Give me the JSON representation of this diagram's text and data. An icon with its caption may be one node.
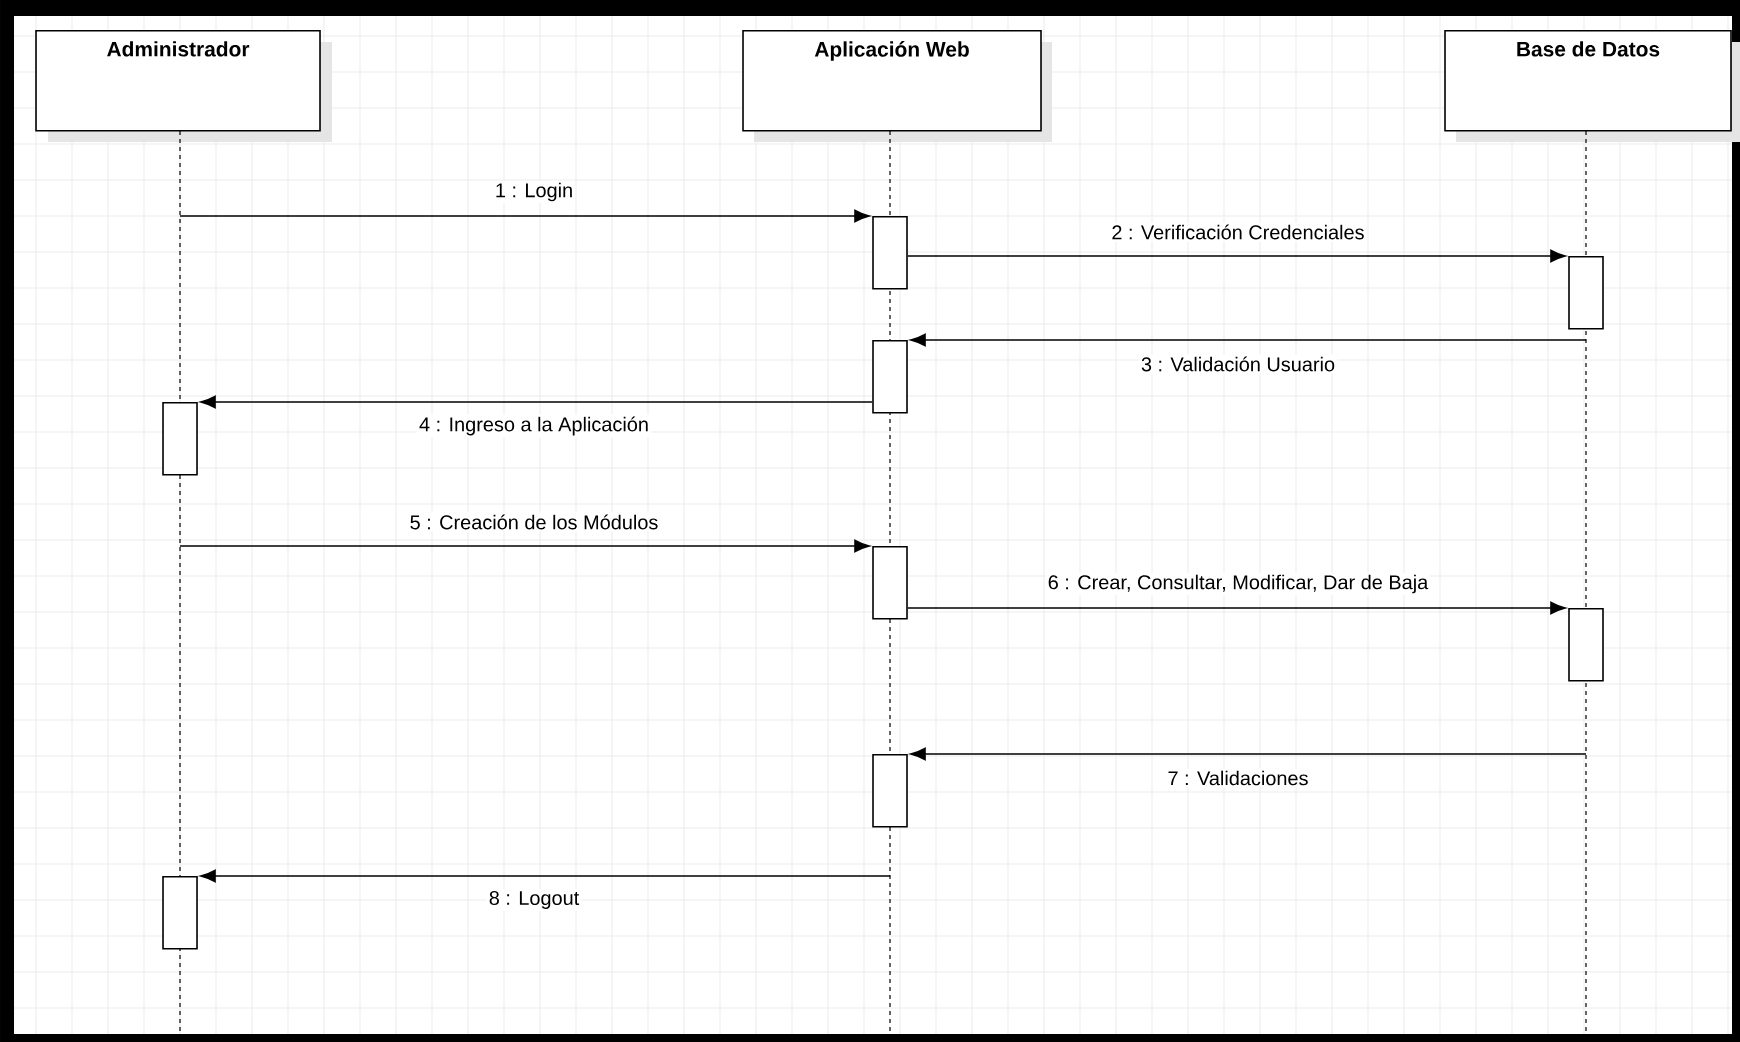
{
  "diagram": {
    "nodes": [
      {
        "text": [
          "Administrador"
        ]
      },
      {
        "text": [
          "Aplicación Web"
        ]
      },
      {
        "text": [
          "Base de Datos"
        ]
      },
      {
        "text": [],
        "shape": "line"
      },
      {
        "text": [],
        "shape": "line"
      },
      {
        "text": [],
        "shape": "line"
      },
      {
        "text": [],
        "shape": "bar"
      },
      {
        "text": [],
        "shape": "bar"
      },
      {
        "text": [],
        "shape": "bar"
      },
      {
        "text": [],
        "shape": "bar"
      },
      {
        "text": [],
        "shape": "bar"
      },
      {
        "text": [],
        "shape": "bar"
      },
      {
        "text": [],
        "shape": "bar"
      },
      {
        "text": [],
        "shape": "bar"
      }
    ],
    "edges": [
      {
        "from": 3,
        "to": 6,
        "arrow": "to",
        "label": "1 : Login"
      },
      {
        "from": 6,
        "to": 7,
        "arrow": "to",
        "label": "2 : Verificación Credenciales"
      },
      {
        "from": 5,
        "to": 8,
        "arrow": "to",
        "label": "3 : Validación Usuario"
      },
      {
        "from": 8,
        "to": 9,
        "arrow": "to",
        "label": "4 : Ingreso a la Aplicación"
      },
      {
        "from": 3,
        "to": 10,
        "arrow": "to",
        "label": "5 : Creación de los Módulos"
      },
      {
        "from": 10,
        "to": 11,
        "arrow": "to",
        "label": "6 : Crear, Consultar, Modificar, Dar de Baja"
      },
      {
        "from": 5,
        "to": 12,
        "arrow": "to",
        "label": "7 : Validaciones"
      },
      {
        "from": 4,
        "to": 13,
        "arrow": "to",
        "label": "8 : Logout"
      }
    ]
  }
}
